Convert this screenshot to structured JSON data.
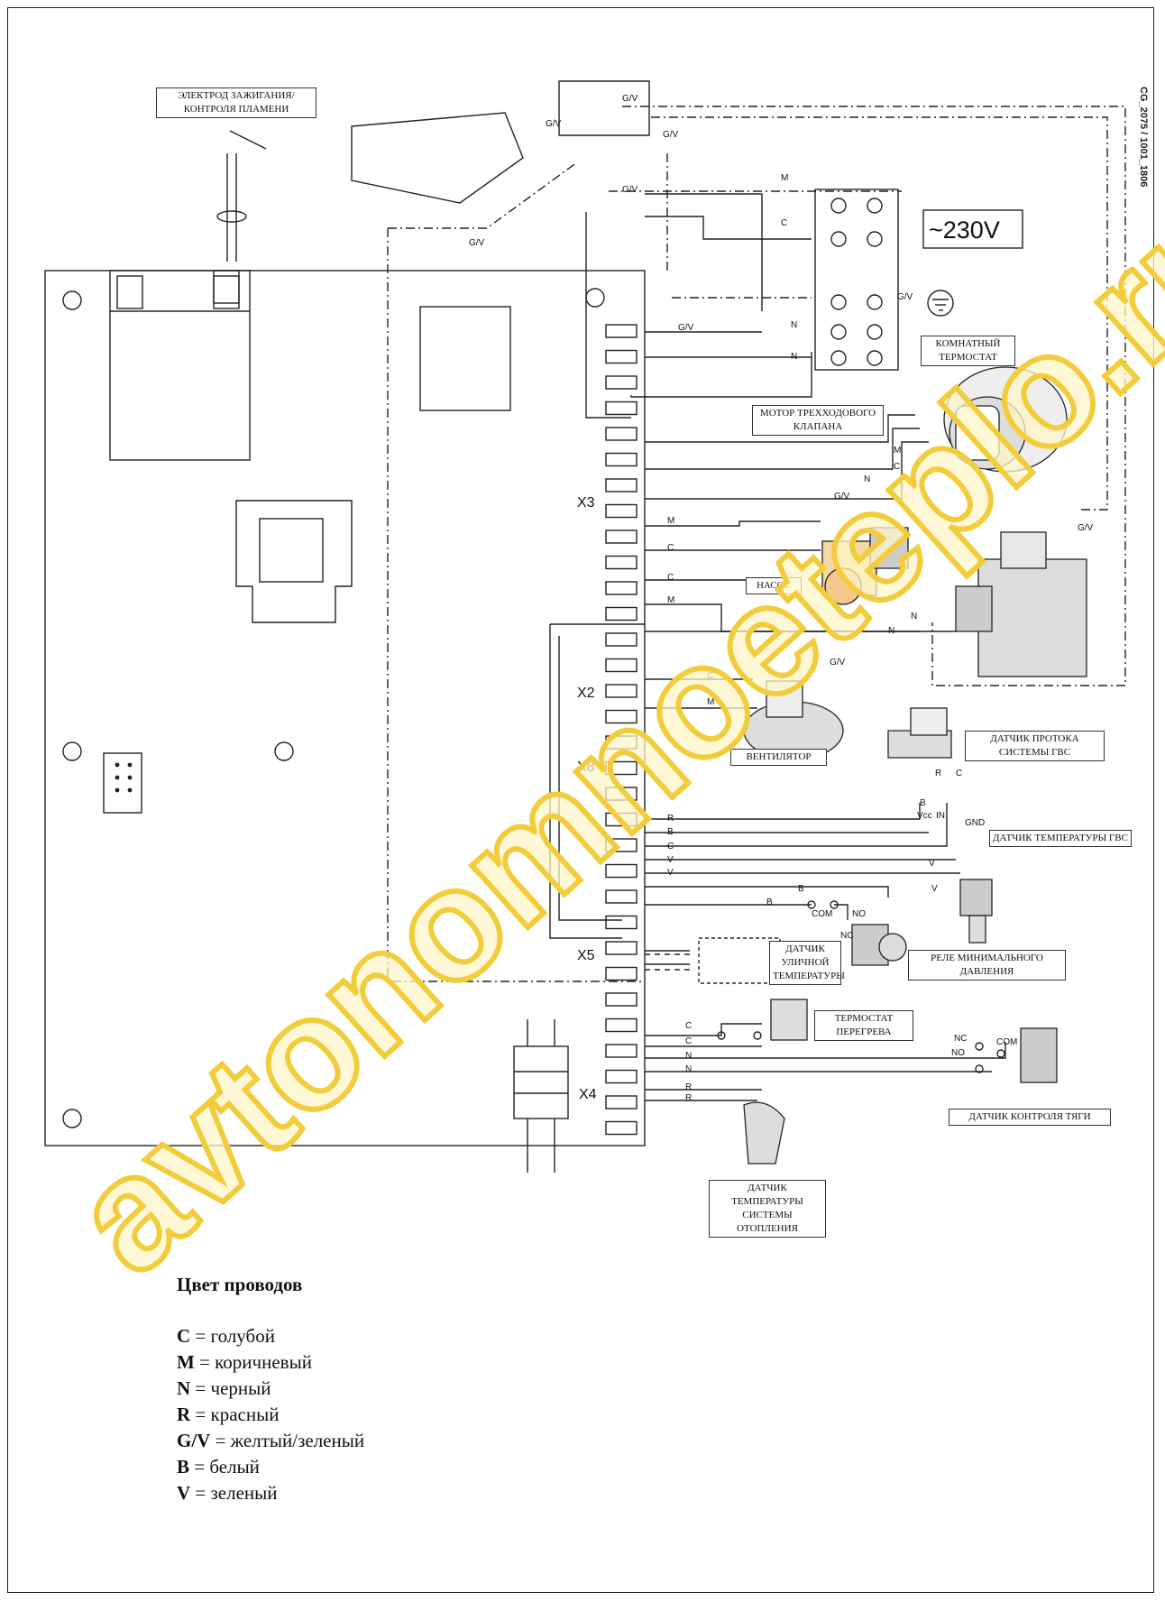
{
  "doc_code": "CG_2075 / 1001_1806",
  "voltage_label": "~230V",
  "connectors": {
    "x3": "X3",
    "x2": "X2",
    "x8": "X8",
    "x5": "X5",
    "x4": "X4"
  },
  "labels": {
    "electrode": "ЭЛЕКТРОД ЗАЖИГАНИЯ/ КОНТРОЛЯ ПЛАМЕНИ",
    "room_thermostat": "КОМНАТНЫЙ ТЕРМОСТАТ",
    "valve_motor": "МОТОР ТРЕХХОДОВОГО КЛАПАНА",
    "pump": "НАСОС",
    "fan": "ВЕНТИЛЯТОР",
    "dhw_flow_sensor": "ДАТЧИК ПРОТОКА СИСТЕМЫ ГВС",
    "dhw_temp_sensor": "ДАТЧИК ТЕМПЕРАТУРЫ ГВС",
    "outdoor_sensor": "ДАТЧИК УЛИЧНОЙ ТЕМПЕРАТУРЫ",
    "min_pressure_relay": "РЕЛЕ МИНИМАЛЬНОГО ДАВЛЕНИЯ",
    "overheat_thermostat": "ТЕРМОСТАТ ПЕРЕГРЕВА",
    "draft_sensor": "ДАТЧИК КОНТРОЛЯ ТЯГИ",
    "heating_temp_sensor": "ДАТЧИК ТЕМПЕРАТУРЫ СИСТЕМЫ ОТОПЛЕНИЯ"
  },
  "wire_tags": {
    "gv": "G/V",
    "m": "M",
    "c": "C",
    "n": "N",
    "r": "R",
    "b": "B",
    "v": "V",
    "vcc": "Vcc",
    "in": "IN",
    "gnd": "GND",
    "com": "COM",
    "no": "NO",
    "nc": "NC"
  },
  "legend": {
    "title": "Цвет проводов",
    "items": [
      {
        "code": "C",
        "text": " = голубой"
      },
      {
        "code": "M",
        "text": " = коричневый"
      },
      {
        "code": "N",
        "text": " = черный"
      },
      {
        "code": "R",
        "text": " = красный"
      },
      {
        "code": "G/V",
        "text": " = желтый/зеленый"
      },
      {
        "code": "B",
        "text": " = белый"
      },
      {
        "code": "V",
        "text": " = зеленый"
      }
    ]
  },
  "watermark": "avtonomnoeteplo.ru",
  "colors": {
    "watermark_fill": "#fdf6c8",
    "watermark_stroke": "#f2cc3a",
    "line": "#222222"
  }
}
